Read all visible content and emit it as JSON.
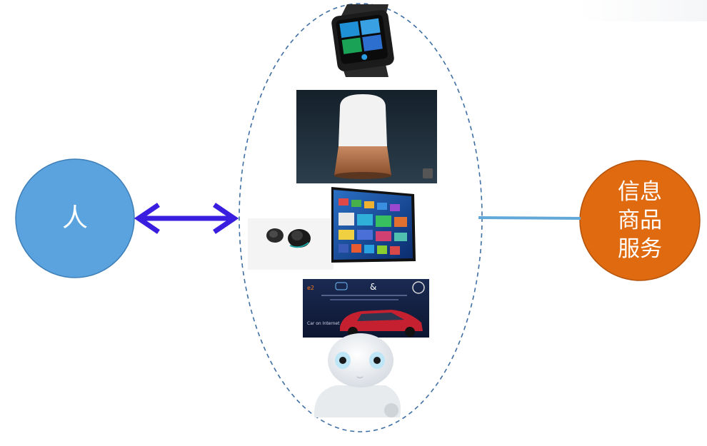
{
  "left_node": {
    "label": "人",
    "color": "#5aa3de"
  },
  "right_node": {
    "lines": [
      "信息",
      "商品",
      "服务"
    ],
    "color": "#e06a0f"
  },
  "arrow_color": "#3a1ee0",
  "connector_color": "#62a8d8",
  "devices": [
    {
      "name": "smartwatch",
      "screen_tiles": [
        "#1f8fd6",
        "#3aa0e4",
        "#1aa356",
        "#2d6fcf"
      ]
    },
    {
      "name": "smart-speaker"
    },
    {
      "name": "wireless-earbuds"
    },
    {
      "name": "smart-tv"
    },
    {
      "name": "connected-car-banner",
      "caption": "Car on Internet"
    },
    {
      "name": "humanoid-robot"
    }
  ]
}
